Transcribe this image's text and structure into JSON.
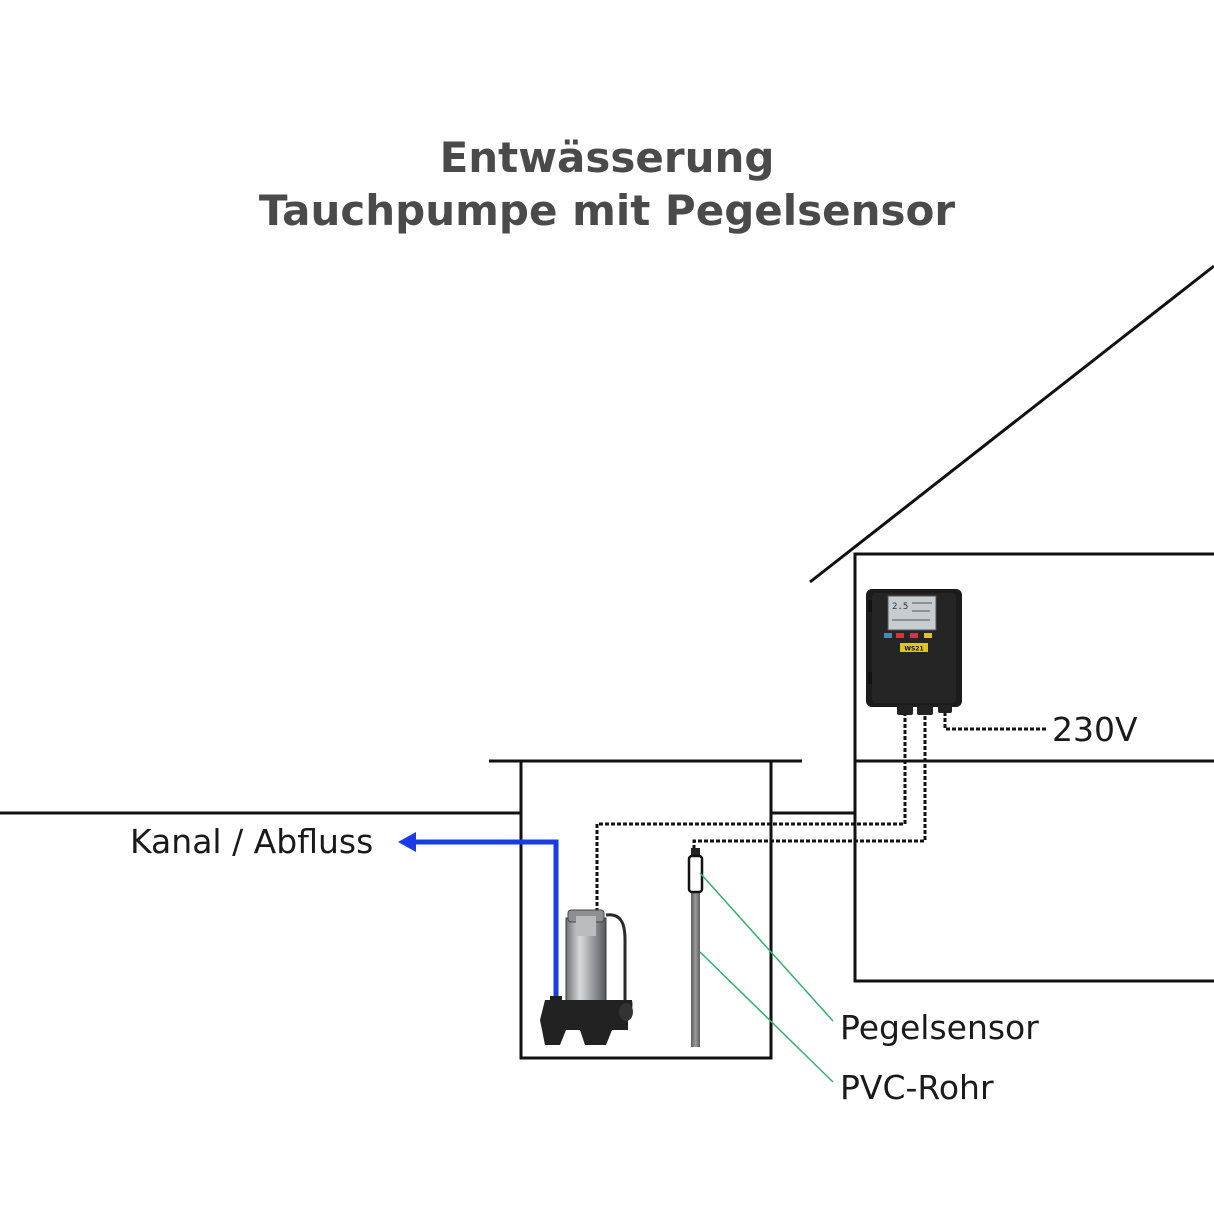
{
  "title": {
    "line1": "Entwässerung",
    "line2": "Tauchpumpe mit Pegelsensor"
  },
  "labels": {
    "drain": "Kanal / Abfluss",
    "voltage": "230V",
    "level_sensor": "Pegelsensor",
    "pipe": "PVC-Rohr"
  },
  "controller": {
    "model": "WS21"
  },
  "colors": {
    "title": "#4a4a4a",
    "line": "#111111",
    "discharge_arrow": "#1a3be8",
    "leader_lines": "#2fb36a",
    "pipe": "#7a7a7a"
  }
}
